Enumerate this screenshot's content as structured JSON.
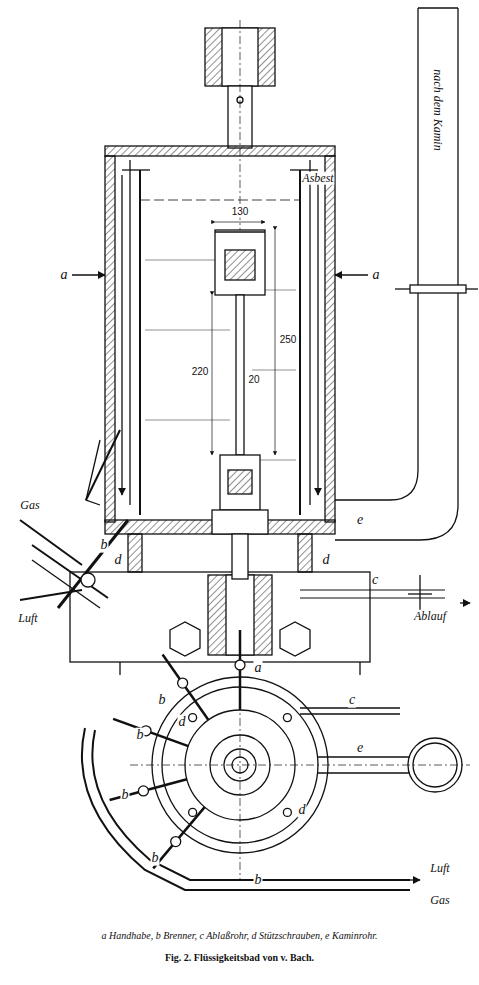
{
  "diagram": {
    "caption": "Fig. 2. Flüssigkeitsbad von v. Bach.",
    "labels": [
      "nach dem Kamin",
      "Asbest",
      "130",
      "250",
      "20",
      "220",
      "a",
      "a",
      "b",
      "Gas",
      "Luft",
      "e",
      "c",
      "Ablauf",
      "d",
      "d",
      "b",
      "b",
      "b",
      "b",
      "b",
      "d",
      "d",
      "c",
      "e",
      "a",
      "Luft",
      "Gas",
      "a Handhabe, b Brenner, c Ablaßrohr, d Stützschrauben, e Kaminrohr."
    ]
  }
}
